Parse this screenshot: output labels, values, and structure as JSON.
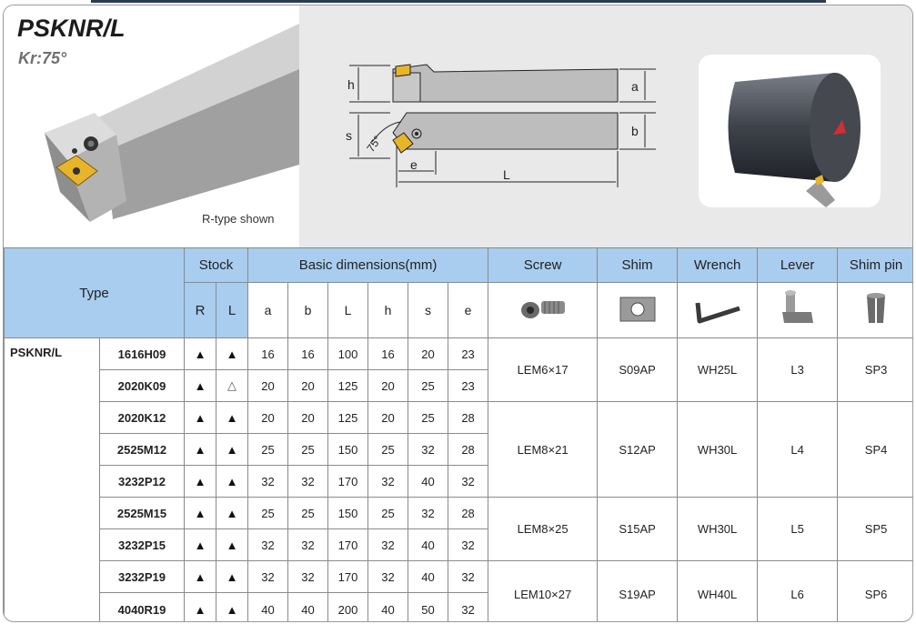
{
  "header": {
    "title": "PSKNR/L",
    "subtitle": "Kr:75°",
    "caption": "R-type shown"
  },
  "diagram": {
    "labels": {
      "h": "h",
      "a": "a",
      "s": "s",
      "b": "b",
      "e": "e",
      "L": "L",
      "angle": "75°"
    }
  },
  "table": {
    "headers": {
      "type": "Type",
      "stock": "Stock",
      "basic": "Basic dimensions(mm)",
      "screw": "Screw",
      "shim": "Shim",
      "wrench": "Wrench",
      "lever": "Lever",
      "shim_pin": "Shim pin"
    },
    "sub_headers": {
      "R": "R",
      "L": "L",
      "a": "a",
      "b": "b",
      "Ldim": "L",
      "h": "h",
      "s": "s",
      "e": "e"
    },
    "series": "PSKNR/L",
    "rows": [
      {
        "model": "1616H09",
        "R": "▲",
        "L": "▲",
        "a": "16",
        "b": "16",
        "len": "100",
        "h": "16",
        "s": "20",
        "e": "23"
      },
      {
        "model": "2020K09",
        "R": "▲",
        "L": "△",
        "a": "20",
        "b": "20",
        "len": "125",
        "h": "20",
        "s": "25",
        "e": "23"
      },
      {
        "model": "2020K12",
        "R": "▲",
        "L": "▲",
        "a": "20",
        "b": "20",
        "len": "125",
        "h": "20",
        "s": "25",
        "e": "28"
      },
      {
        "model": "2525M12",
        "R": "▲",
        "L": "▲",
        "a": "25",
        "b": "25",
        "len": "150",
        "h": "25",
        "s": "32",
        "e": "28"
      },
      {
        "model": "3232P12",
        "R": "▲",
        "L": "▲",
        "a": "32",
        "b": "32",
        "len": "170",
        "h": "32",
        "s": "40",
        "e": "32"
      },
      {
        "model": "2525M15",
        "R": "▲",
        "L": "▲",
        "a": "25",
        "b": "25",
        "len": "150",
        "h": "25",
        "s": "32",
        "e": "28"
      },
      {
        "model": "3232P15",
        "R": "▲",
        "L": "▲",
        "a": "32",
        "b": "32",
        "len": "170",
        "h": "32",
        "s": "40",
        "e": "32"
      },
      {
        "model": "3232P19",
        "R": "▲",
        "L": "▲",
        "a": "32",
        "b": "32",
        "len": "170",
        "h": "32",
        "s": "40",
        "e": "32"
      },
      {
        "model": "4040R19",
        "R": "▲",
        "L": "▲",
        "a": "40",
        "b": "40",
        "len": "200",
        "h": "40",
        "s": "50",
        "e": "32"
      }
    ],
    "groups": [
      {
        "screw": "LEM6×17",
        "shim": "S09AP",
        "wrench": "WH25L",
        "lever": "L3",
        "pin": "SP3"
      },
      {
        "screw": "LEM8×21",
        "shim": "S12AP",
        "wrench": "WH30L",
        "lever": "L4",
        "pin": "SP4"
      },
      {
        "screw": "LEM8×25",
        "shim": "S15AP",
        "wrench": "WH30L",
        "lever": "L5",
        "pin": "SP5"
      },
      {
        "screw": "LEM10×27",
        "shim": "S19AP",
        "wrench": "WH40L",
        "lever": "L6",
        "pin": "SP6"
      }
    ]
  },
  "icons": {
    "screw": "screw-icon",
    "shim": "shim-icon",
    "wrench": "wrench-icon",
    "lever": "lever-icon",
    "shim_pin": "shim-pin-icon"
  },
  "colors": {
    "header_blue": "#a9cdef",
    "insert_gold": "#e8b52a",
    "tool_gray": "#a8a8a8"
  }
}
